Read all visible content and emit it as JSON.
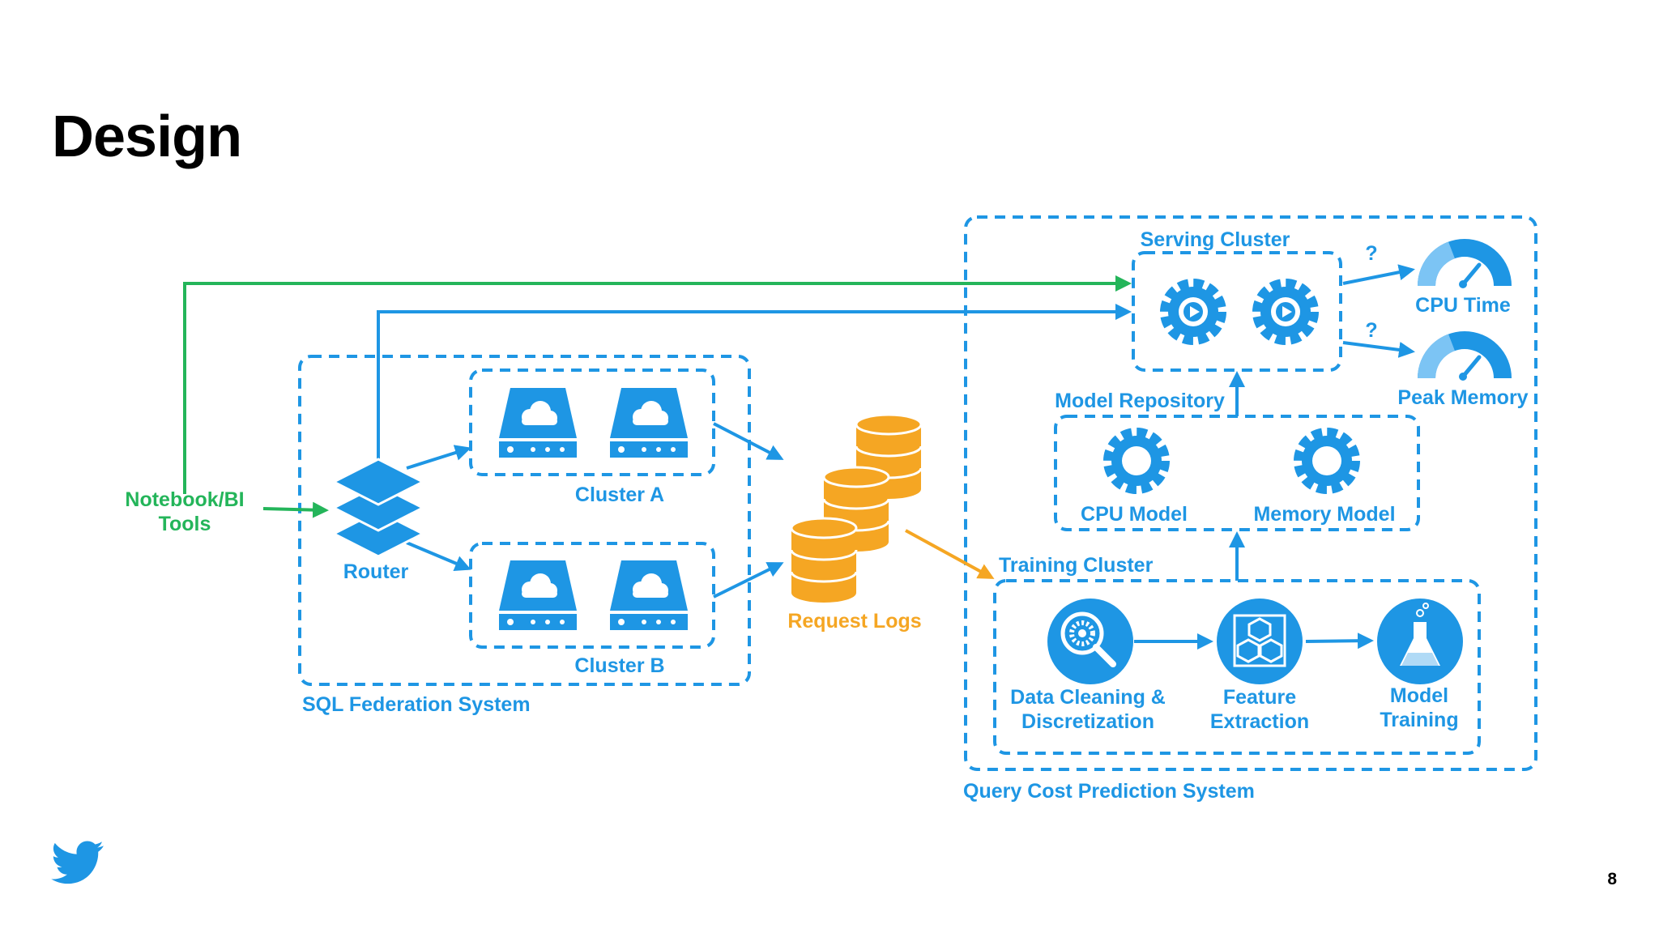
{
  "slide": {
    "title": "Design",
    "page_number": "8"
  },
  "colors": {
    "blue": "#1e96e4",
    "green": "#24b55a",
    "orange": "#f5a623",
    "title": "#000000"
  },
  "diagram": {
    "client": {
      "label_line1": "Notebook/BI",
      "label_line2": "Tools"
    },
    "sql_federation": {
      "system_label": "SQL Federation System",
      "router_label": "Router",
      "cluster_a_label": "Cluster A",
      "cluster_b_label": "Cluster B"
    },
    "request_logs_label": "Request Logs",
    "query_cost": {
      "system_label": "Query Cost Prediction System",
      "serving_cluster_label": "Serving Cluster",
      "model_repository_label": "Model Repository",
      "cpu_model_label": "CPU Model",
      "memory_model_label": "Memory Model",
      "training_cluster_label": "Training Cluster",
      "data_cleaning_line1": "Data Cleaning &",
      "data_cleaning_line2": "Discretization",
      "feature_line1": "Feature",
      "feature_line2": "Extraction",
      "model_training_line1": "Model",
      "model_training_line2": "Training",
      "question_mark_1": "?",
      "question_mark_2": "?",
      "cpu_time_label": "CPU Time",
      "peak_memory_label": "Peak Memory"
    },
    "icons": [
      "router-stack-icon",
      "cloud-server-icon",
      "database-icon",
      "gear-play-icon",
      "gear-icon",
      "magnifier-gear-icon",
      "cubes-icon",
      "flask-icon",
      "gauge-icon",
      "twitter-bird-icon"
    ]
  }
}
